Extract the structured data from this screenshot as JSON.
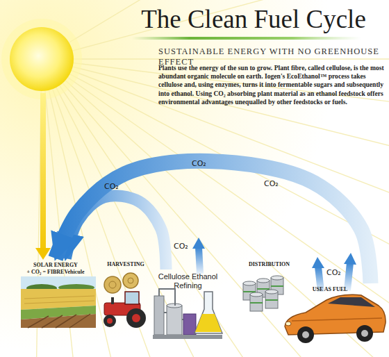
{
  "diagram": {
    "title": "The Clean Fuel Cycle",
    "nodes": [
      {
        "text": [
          "SOLAR ENERGY",
          "+ CO₂ = FIBREVehicule"
        ]
      },
      {
        "text": [
          "HARVESTING"
        ]
      },
      {
        "text": [
          "Cellulose Ethanol Refining"
        ]
      },
      {
        "text": [
          "DISTRIBUTION"
        ]
      },
      {
        "text": [
          "USE AS FUEL"
        ]
      }
    ],
    "edges": [
      {
        "from": 2,
        "to": 0,
        "arrow": "to",
        "label": "CO₂"
      },
      {
        "from": 4,
        "to": 0,
        "arrow": "to",
        "label": "CO₂"
      }
    ],
    "labels": [
      "SUSTAINABLE ENERGY WITH NO GREENHOUSE EFFECT",
      "Plants use the energy of the sun to grow. Plant fibre, called cellulose, is the most abundant organic molecule on earth. Iogen's EcoEthanol™ process takes cellulose and, using enzymes, turns it into fermentable sugars and subsequently into ethanol. Using CO₂ absorbing plant material as an ethanol feedstock offers environmental advantages unequalled by other feedstocks or fuels.",
      "CO₂",
      "CO₂",
      "CO₂"
    ]
  }
}
